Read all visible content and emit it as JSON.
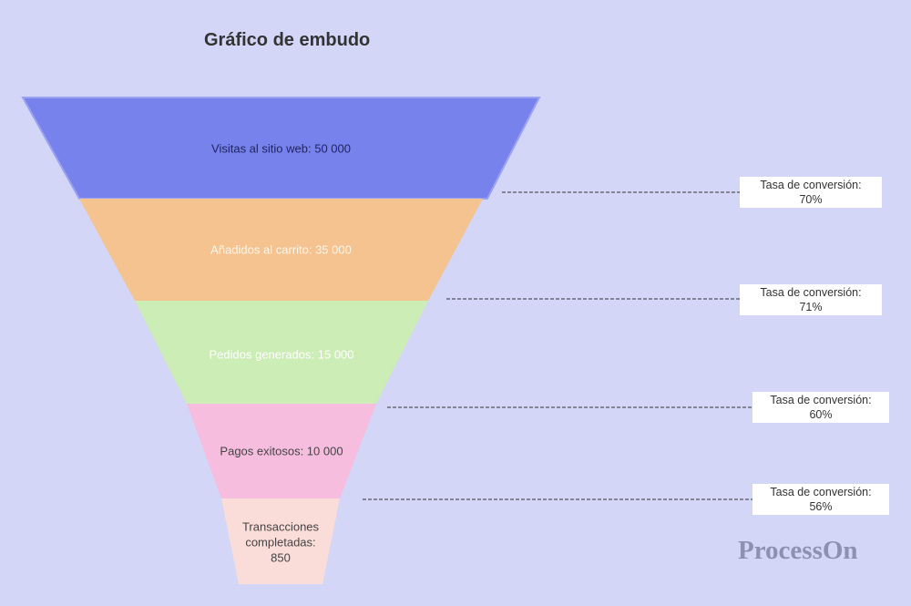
{
  "title": "Gráfico de embudo",
  "watermark": "ProcessOn",
  "stages": [
    {
      "label": "Visitas al sitio web: 50 000",
      "value": 50000,
      "color": "#7882ec",
      "text_color": "#1f2560"
    },
    {
      "label": "Añadidos al carrito: 35 000",
      "value": 35000,
      "color": "#f4c38f",
      "text_color": "#fff6ea"
    },
    {
      "label": "Pedidos generados: 15 000",
      "value": 15000,
      "color": "#ccedb5",
      "text_color": "#ffffff"
    },
    {
      "label": "Pagos exitosos: 10 000",
      "value": 10000,
      "color": "#f6bddf",
      "text_color": "#444444"
    },
    {
      "label": "Transacciones completadas: 850",
      "value": 850,
      "color": "#fadcd8",
      "text_color": "#444444"
    }
  ],
  "conversions": [
    {
      "label": "Tasa de conversión:",
      "value": "70%"
    },
    {
      "label": "Tasa de conversión:",
      "value": "71%"
    },
    {
      "label": "Tasa de conversión:",
      "value": "60%"
    },
    {
      "label": "Tasa de conversión:",
      "value": "56%"
    }
  ]
}
